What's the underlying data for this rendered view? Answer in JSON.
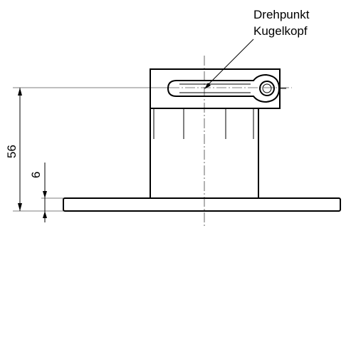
{
  "callout": {
    "line1": "Drehpunkt",
    "line2": "Kugelkopf"
  },
  "dimensions": {
    "overall_height": "56",
    "plate_thickness": "6"
  },
  "colors": {
    "line": "#000000",
    "background": "#ffffff"
  }
}
